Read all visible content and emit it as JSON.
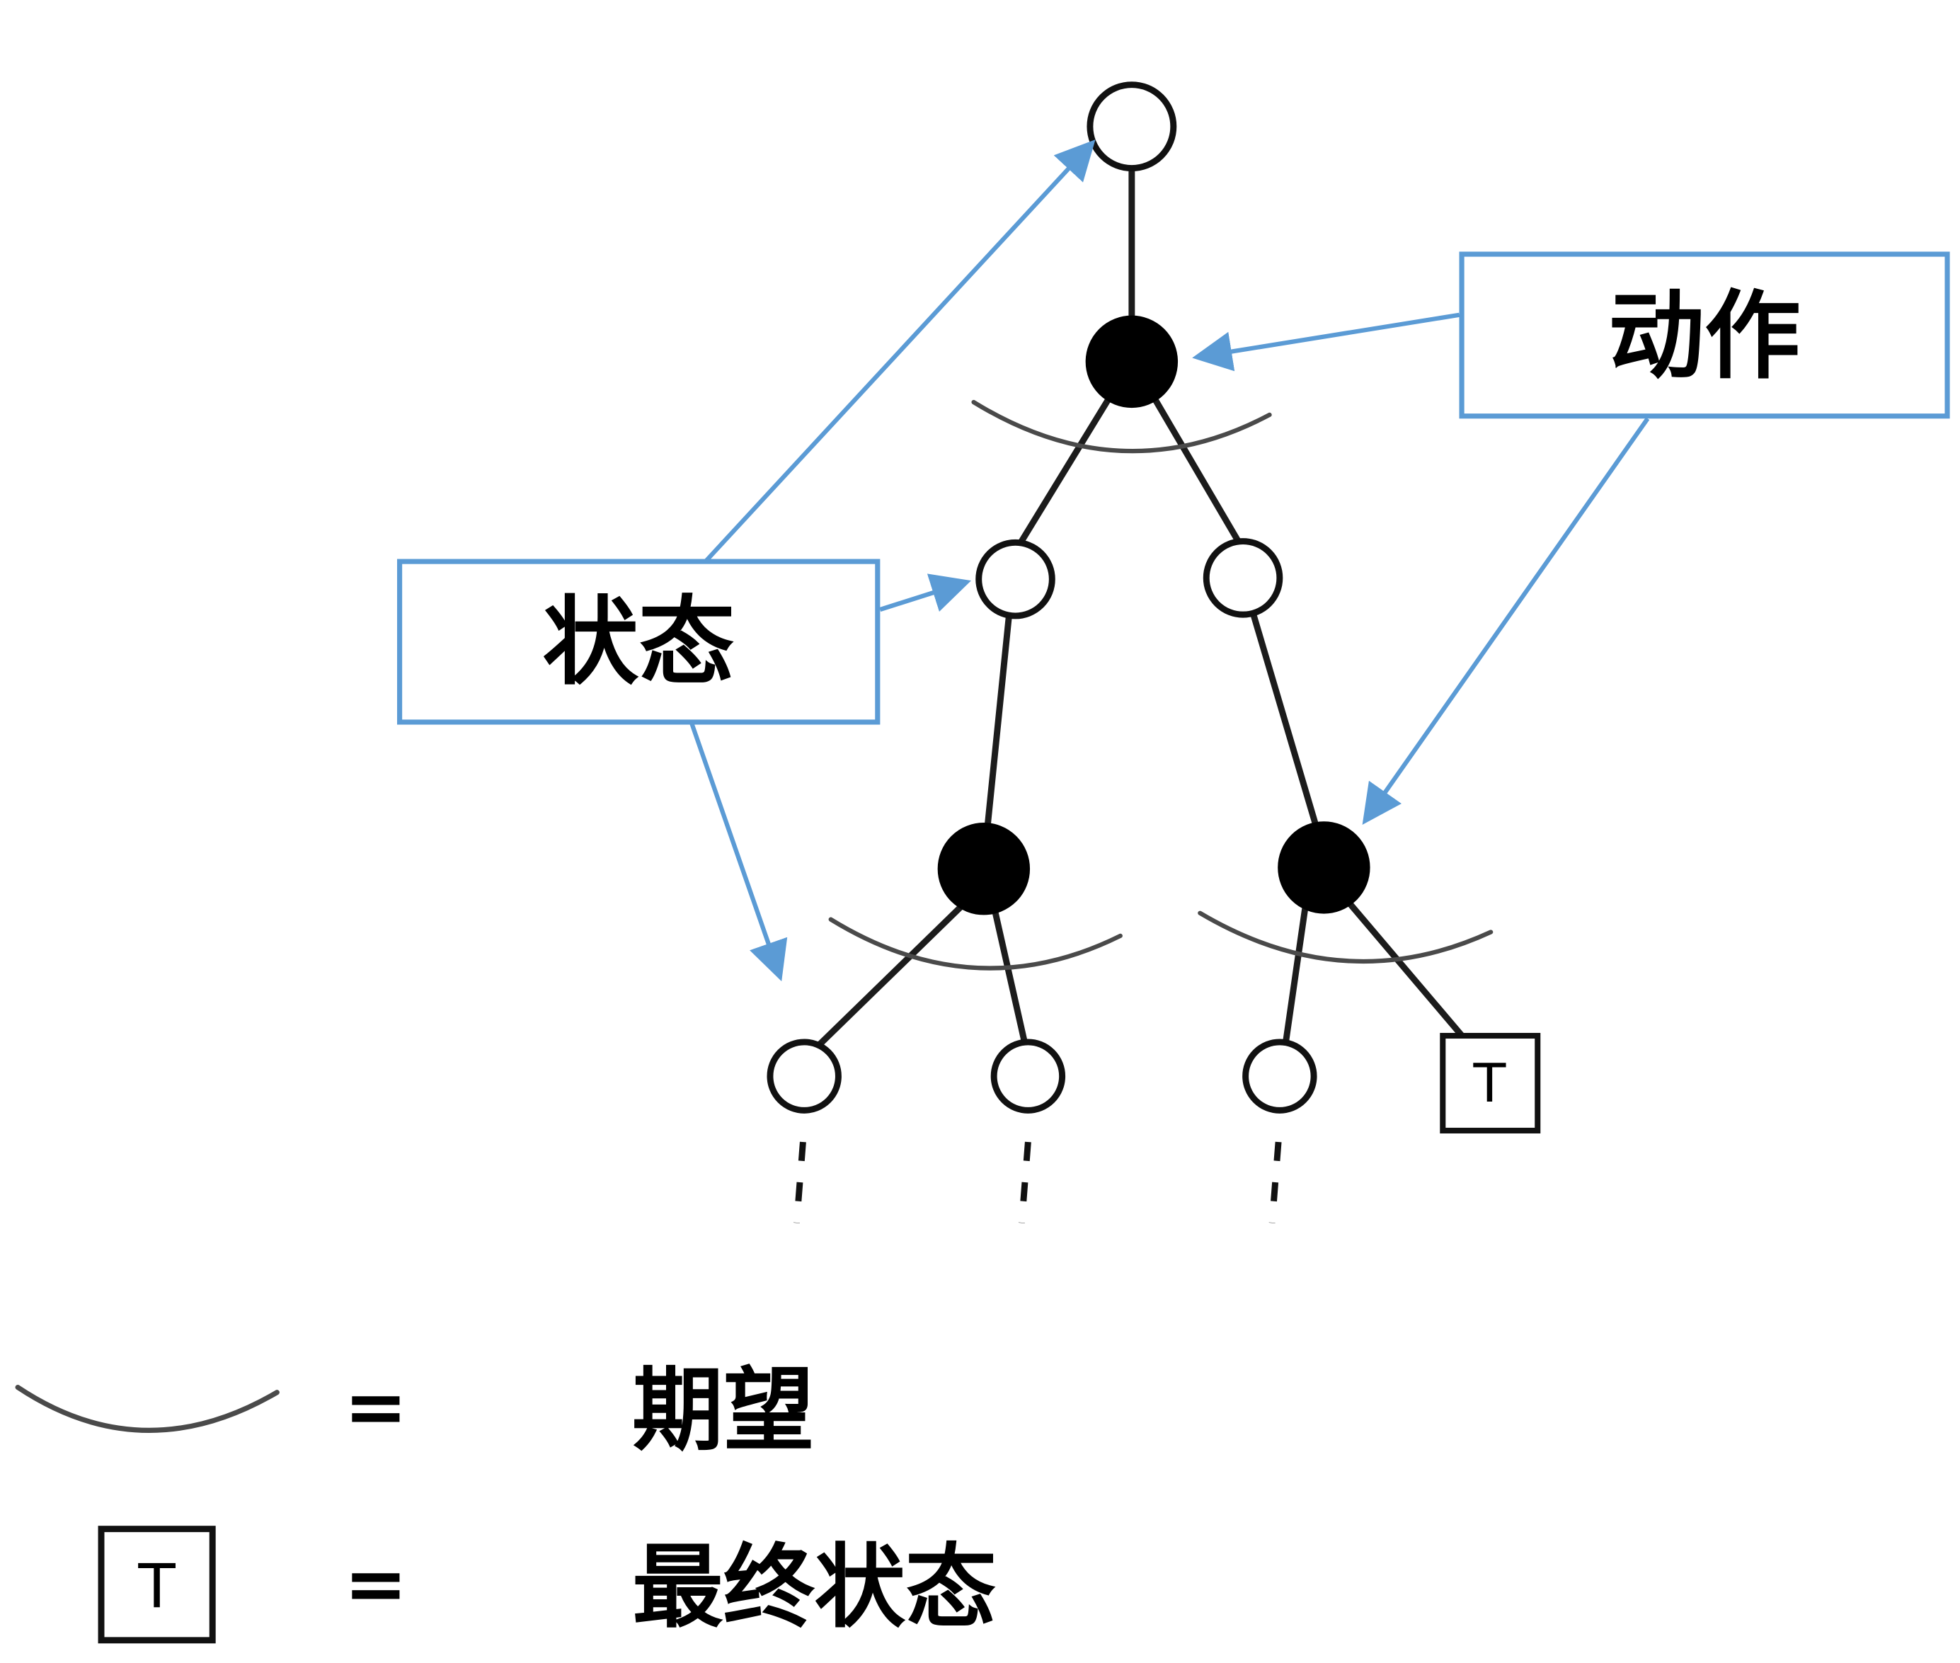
{
  "diagram": {
    "kind": "expectimax-tree-backup-diagram",
    "callouts": {
      "action": {
        "label": "动作"
      },
      "state": {
        "label": "状态"
      }
    },
    "tree": {
      "terminal_label": "T"
    },
    "legend": {
      "rows": [
        {
          "symbol": "expectation-arc",
          "equals": "=",
          "label": "期望"
        },
        {
          "symbol": "terminal-square",
          "symbol_label": "T",
          "equals": "=",
          "label": "最终状态"
        }
      ]
    },
    "colors": {
      "callout_blue": "#5b9bd5",
      "line_black": "#1c1c1c",
      "arc_gray": "#4a4a4a",
      "state_fill": "#ffffff",
      "action_fill": "#000000",
      "background": "#ffffff"
    }
  }
}
